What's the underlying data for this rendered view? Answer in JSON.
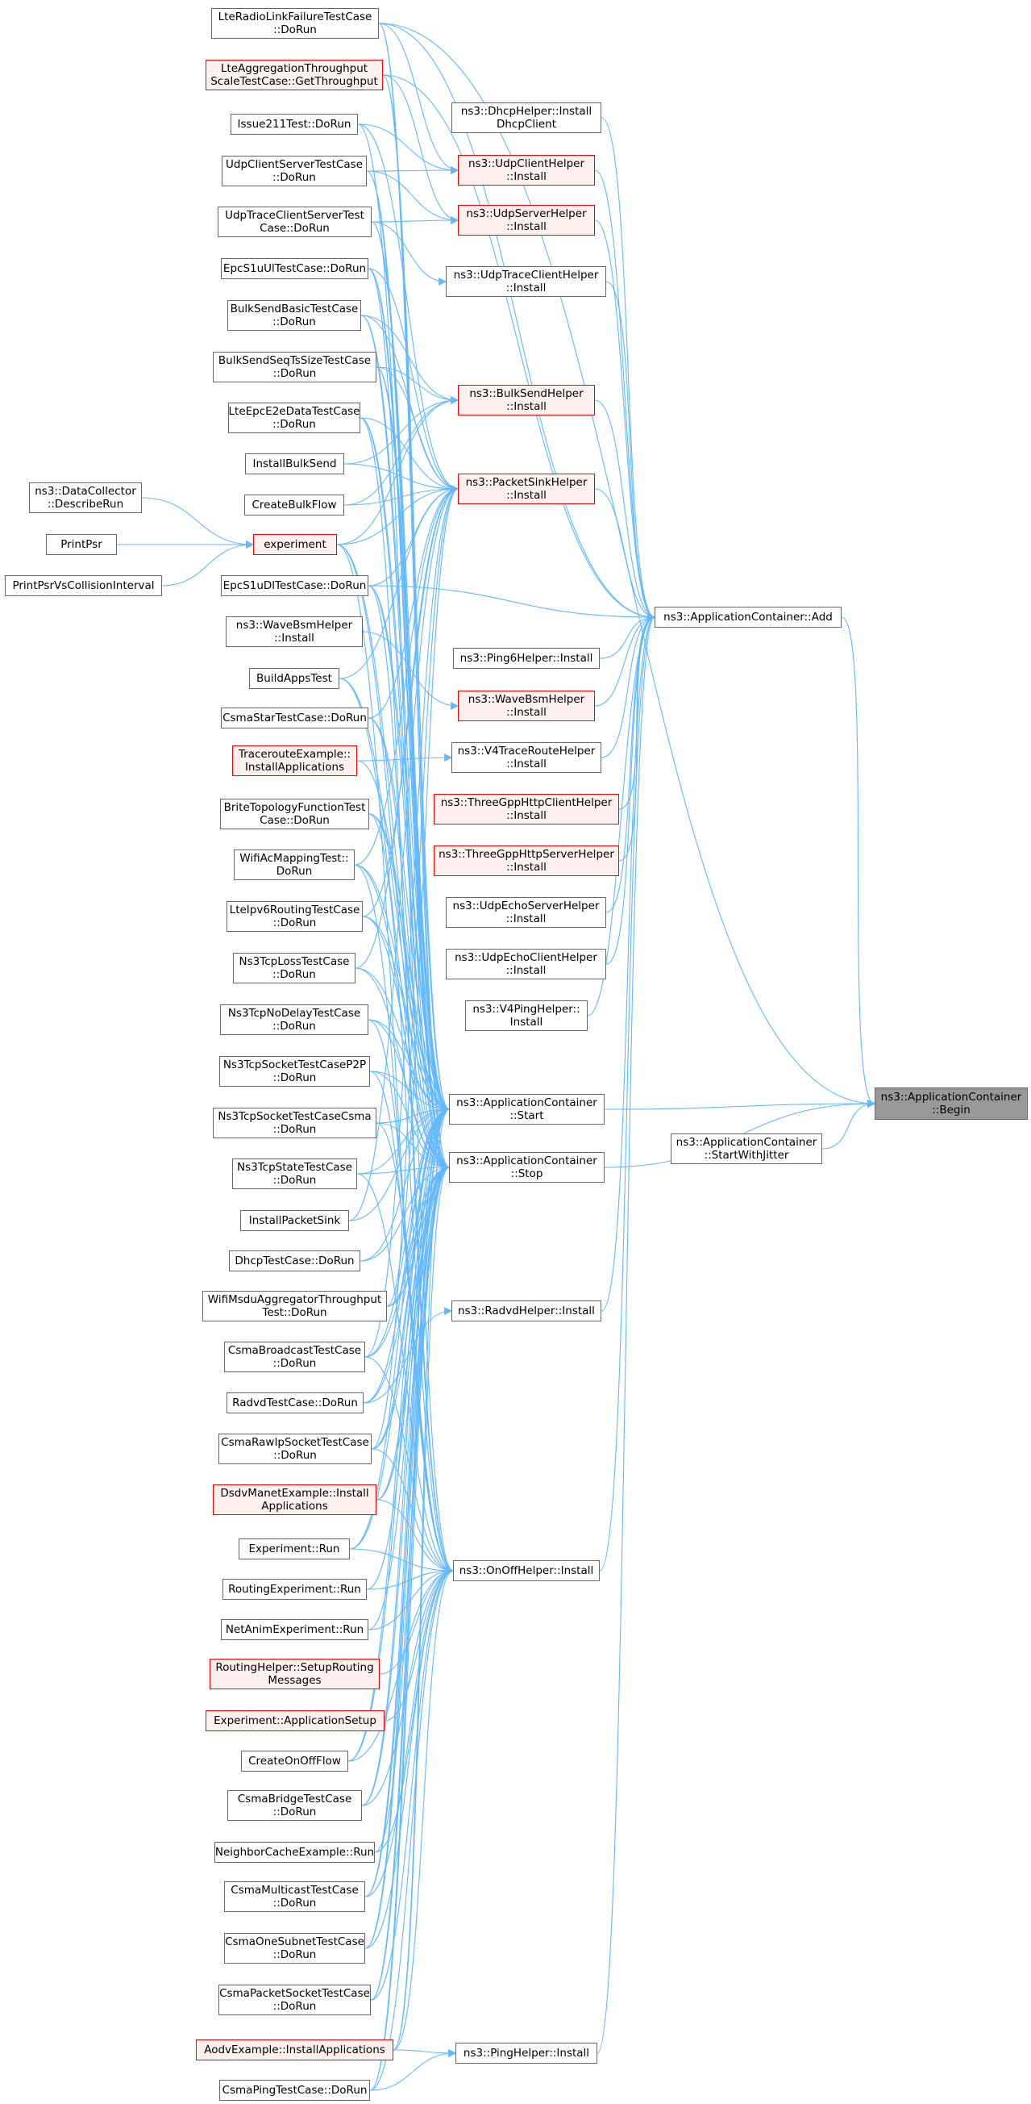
{
  "graph": {
    "edge_color": "#63b8ff",
    "nodes": [
      {
        "id": "begin",
        "lines": [
          "ns3::ApplicationContainer",
          "::Begin"
        ],
        "style": "grey"
      },
      {
        "id": "add",
        "lines": [
          "ns3::ApplicationContainer::Add"
        ],
        "style": "normal"
      },
      {
        "id": "start",
        "lines": [
          "ns3::ApplicationContainer",
          "::Start"
        ],
        "style": "normal"
      },
      {
        "id": "stop",
        "lines": [
          "ns3::ApplicationContainer",
          "::Stop"
        ],
        "style": "normal"
      },
      {
        "id": "startjit",
        "lines": [
          "ns3::ApplicationContainer",
          "::StartWithJitter"
        ],
        "style": "normal"
      },
      {
        "id": "dhcp",
        "lines": [
          "ns3::DhcpHelper::Install",
          "DhcpClient"
        ],
        "style": "normal"
      },
      {
        "id": "udpcl",
        "lines": [
          "ns3::UdpClientHelper",
          "::Install"
        ],
        "style": "red"
      },
      {
        "id": "udpsv",
        "lines": [
          "ns3::UdpServerHelper",
          "::Install"
        ],
        "style": "red"
      },
      {
        "id": "udptr",
        "lines": [
          "ns3::UdpTraceClientHelper",
          "::Install"
        ],
        "style": "normal"
      },
      {
        "id": "bulk",
        "lines": [
          "ns3::BulkSendHelper",
          "::Install"
        ],
        "style": "red"
      },
      {
        "id": "sink",
        "lines": [
          "ns3::PacketSinkHelper",
          "::Install"
        ],
        "style": "red"
      },
      {
        "id": "ping6",
        "lines": [
          "ns3::Ping6Helper::Install"
        ],
        "style": "normal"
      },
      {
        "id": "wavebsm",
        "lines": [
          "ns3::WaveBsmHelper",
          "::Install"
        ],
        "style": "red"
      },
      {
        "id": "v4tr",
        "lines": [
          "ns3::V4TraceRouteHelper",
          "::Install"
        ],
        "style": "normal"
      },
      {
        "id": "httpcl",
        "lines": [
          "ns3::ThreeGppHttpClientHelper",
          "::Install"
        ],
        "style": "red"
      },
      {
        "id": "httpsv",
        "lines": [
          "ns3::ThreeGppHttpServerHelper",
          "::Install"
        ],
        "style": "red"
      },
      {
        "id": "echosv",
        "lines": [
          "ns3::UdpEchoServerHelper",
          "::Install"
        ],
        "style": "normal"
      },
      {
        "id": "echocl",
        "lines": [
          "ns3::UdpEchoClientHelper",
          "::Install"
        ],
        "style": "normal"
      },
      {
        "id": "v4ping",
        "lines": [
          "ns3::V4PingHelper::",
          "Install"
        ],
        "style": "normal"
      },
      {
        "id": "radvd",
        "lines": [
          "ns3::RadvdHelper::Install"
        ],
        "style": "normal"
      },
      {
        "id": "onoff",
        "lines": [
          "ns3::OnOffHelper::Install"
        ],
        "style": "normal"
      },
      {
        "id": "pinghelp",
        "lines": [
          "ns3::PingHelper::Install"
        ],
        "style": "normal"
      },
      {
        "id": "experiment",
        "lines": [
          "experiment"
        ],
        "style": "red"
      },
      {
        "id": "datacol",
        "lines": [
          "ns3::DataCollector",
          "::DescribeRun"
        ],
        "style": "normal"
      },
      {
        "id": "printpsr",
        "lines": [
          "PrintPsr"
        ],
        "style": "normal"
      },
      {
        "id": "printpsrvs",
        "lines": [
          "PrintPsrVsCollisionInterval"
        ],
        "style": "normal"
      },
      {
        "id": "lterlf",
        "lines": [
          "LteRadioLinkFailureTestCase",
          "::DoRun"
        ],
        "style": "normal"
      },
      {
        "id": "lteagg",
        "lines": [
          "LteAggregationThroughput",
          "ScaleTestCase::GetThroughput"
        ],
        "style": "red"
      },
      {
        "id": "issue211",
        "lines": [
          "Issue211Test::DoRun"
        ],
        "style": "normal"
      },
      {
        "id": "udpcst",
        "lines": [
          "UdpClientServerTestCase",
          "::DoRun"
        ],
        "style": "normal"
      },
      {
        "id": "udptcst",
        "lines": [
          "UdpTraceClientServerTest",
          "Case::DoRun"
        ],
        "style": "normal"
      },
      {
        "id": "epcul",
        "lines": [
          "EpcS1uUlTestCase::DoRun"
        ],
        "style": "normal"
      },
      {
        "id": "bulkbasic",
        "lines": [
          "BulkSendBasicTestCase",
          "::DoRun"
        ],
        "style": "normal"
      },
      {
        "id": "bulkseq",
        "lines": [
          "BulkSendSeqTsSizeTestCase",
          "::DoRun"
        ],
        "style": "normal"
      },
      {
        "id": "lteepc",
        "lines": [
          "LteEpcE2eDataTestCase",
          "::DoRun"
        ],
        "style": "normal"
      },
      {
        "id": "instbulk",
        "lines": [
          "InstallBulkSend"
        ],
        "style": "normal"
      },
      {
        "id": "createbulk",
        "lines": [
          "CreateBulkFlow"
        ],
        "style": "normal"
      },
      {
        "id": "epcdl",
        "lines": [
          "EpcS1uDlTestCase::DoRun"
        ],
        "style": "normal"
      },
      {
        "id": "wavebsmi",
        "lines": [
          "ns3::WaveBsmHelper",
          "::Install"
        ],
        "style": "normal"
      },
      {
        "id": "buildapps",
        "lines": [
          "BuildAppsTest"
        ],
        "style": "normal"
      },
      {
        "id": "csmastar",
        "lines": [
          "CsmaStarTestCase::DoRun"
        ],
        "style": "normal"
      },
      {
        "id": "tracert",
        "lines": [
          "TracerouteExample::",
          "InstallApplications"
        ],
        "style": "red"
      },
      {
        "id": "brite",
        "lines": [
          "BriteTopologyFunctionTest",
          "Case::DoRun"
        ],
        "style": "normal"
      },
      {
        "id": "wifiac",
        "lines": [
          "WifiAcMappingTest::",
          "DoRun"
        ],
        "style": "normal"
      },
      {
        "id": "lteipv6",
        "lines": [
          "LteIpv6RoutingTestCase",
          "::DoRun"
        ],
        "style": "normal"
      },
      {
        "id": "tcploss",
        "lines": [
          "Ns3TcpLossTestCase",
          "::DoRun"
        ],
        "style": "normal"
      },
      {
        "id": "tcpnodelay",
        "lines": [
          "Ns3TcpNoDelayTestCase",
          "::DoRun"
        ],
        "style": "normal"
      },
      {
        "id": "tcpp2p",
        "lines": [
          "Ns3TcpSocketTestCaseP2P",
          "::DoRun"
        ],
        "style": "normal"
      },
      {
        "id": "tcpcsma",
        "lines": [
          "Ns3TcpSocketTestCaseCsma",
          "::DoRun"
        ],
        "style": "normal"
      },
      {
        "id": "tcpstate",
        "lines": [
          "Ns3TcpStateTestCase",
          "::DoRun"
        ],
        "style": "normal"
      },
      {
        "id": "instsink",
        "lines": [
          "InstallPacketSink"
        ],
        "style": "normal"
      },
      {
        "id": "dhcptest",
        "lines": [
          "DhcpTestCase::DoRun"
        ],
        "style": "normal"
      },
      {
        "id": "wifimsdu",
        "lines": [
          "WifiMsduAggregatorThroughput",
          "Test::DoRun"
        ],
        "style": "normal"
      },
      {
        "id": "csmabcast",
        "lines": [
          "CsmaBroadcastTestCase",
          "::DoRun"
        ],
        "style": "normal"
      },
      {
        "id": "radvdtest",
        "lines": [
          "RadvdTestCase::DoRun"
        ],
        "style": "normal"
      },
      {
        "id": "csmarawip",
        "lines": [
          "CsmaRawIpSocketTestCase",
          "::DoRun"
        ],
        "style": "normal"
      },
      {
        "id": "dsdv",
        "lines": [
          "DsdvManetExample::Install",
          "Applications"
        ],
        "style": "red"
      },
      {
        "id": "exprun",
        "lines": [
          "Experiment::Run"
        ],
        "style": "normal"
      },
      {
        "id": "routingexp",
        "lines": [
          "RoutingExperiment::Run"
        ],
        "style": "normal"
      },
      {
        "id": "netanim",
        "lines": [
          "NetAnimExperiment::Run"
        ],
        "style": "normal"
      },
      {
        "id": "routinghelp",
        "lines": [
          "RoutingHelper::SetupRouting",
          "Messages"
        ],
        "style": "red"
      },
      {
        "id": "expappsetup",
        "lines": [
          "Experiment::ApplicationSetup"
        ],
        "style": "red"
      },
      {
        "id": "createonoff",
        "lines": [
          "CreateOnOffFlow"
        ],
        "style": "normal"
      },
      {
        "id": "csmabridge",
        "lines": [
          "CsmaBridgeTestCase",
          "::DoRun"
        ],
        "style": "normal"
      },
      {
        "id": "neighbor",
        "lines": [
          "NeighborCacheExample::Run"
        ],
        "style": "normal"
      },
      {
        "id": "csmamcast",
        "lines": [
          "CsmaMulticastTestCase",
          "::DoRun"
        ],
        "style": "normal"
      },
      {
        "id": "csmaone",
        "lines": [
          "CsmaOneSubnetTestCase",
          "::DoRun"
        ],
        "style": "normal"
      },
      {
        "id": "csmapkt",
        "lines": [
          "CsmaPacketSocketTestCase",
          "::DoRun"
        ],
        "style": "normal"
      },
      {
        "id": "aodv",
        "lines": [
          "AodvExample::InstallApplications"
        ],
        "style": "red"
      },
      {
        "id": "csmaping",
        "lines": [
          "CsmaPingTestCase::DoRun"
        ],
        "style": "normal"
      }
    ]
  }
}
